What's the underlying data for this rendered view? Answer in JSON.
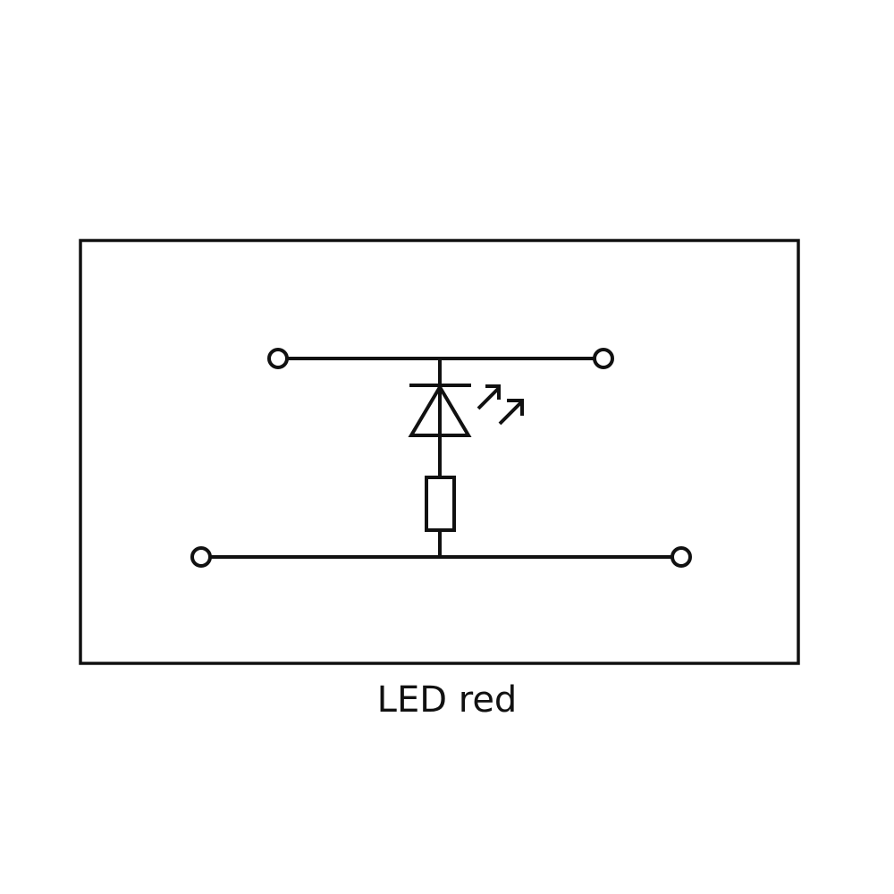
{
  "diagram": {
    "caption": "LED red",
    "stroke_color": "#111111",
    "components": [
      "led",
      "resistor"
    ],
    "terminals": 4
  }
}
